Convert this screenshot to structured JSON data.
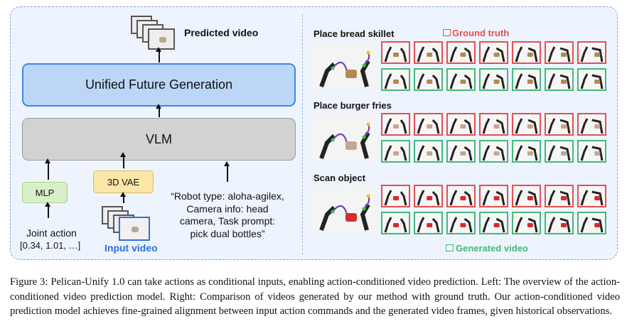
{
  "left": {
    "predicted_label": "Predicted video",
    "ufg_label": "Unified Future Generation",
    "vlm_label": "VLM",
    "mlp_label": "MLP",
    "vae_label": "3D VAE",
    "joint_label": "Joint action",
    "joint_values": "[0.34, 1.01, …]",
    "input_label": "Input video",
    "prompt_lines": [
      "“Robot type: aloha-agilex,",
      "Camera info: head",
      "camera, Task prompt:",
      "pick dual bottles”"
    ]
  },
  "right": {
    "legend_gt": "Ground truth",
    "legend_gen": "Generated video",
    "tasks": [
      {
        "title": "Place bread skillet",
        "object": "#b08a50"
      },
      {
        "title": "Place burger fries",
        "object": "#c9a58a"
      },
      {
        "title": "Scan object",
        "object": "#d62c2c"
      }
    ]
  },
  "colors": {
    "ground_truth": "#e35050",
    "generated": "#45b87a",
    "input": "#2f6fe0"
  },
  "caption": "Figure 3: Pelican-Unify 1.0 can take actions as conditional inputs, enabling action-conditioned video prediction. Left: The overview of the action-conditioned video prediction model. Right: Comparison of videos generated by our method with ground truth. Our action-conditioned video prediction model achieves fine-grained alignment between input action commands and the generated video frames, given historical observations."
}
